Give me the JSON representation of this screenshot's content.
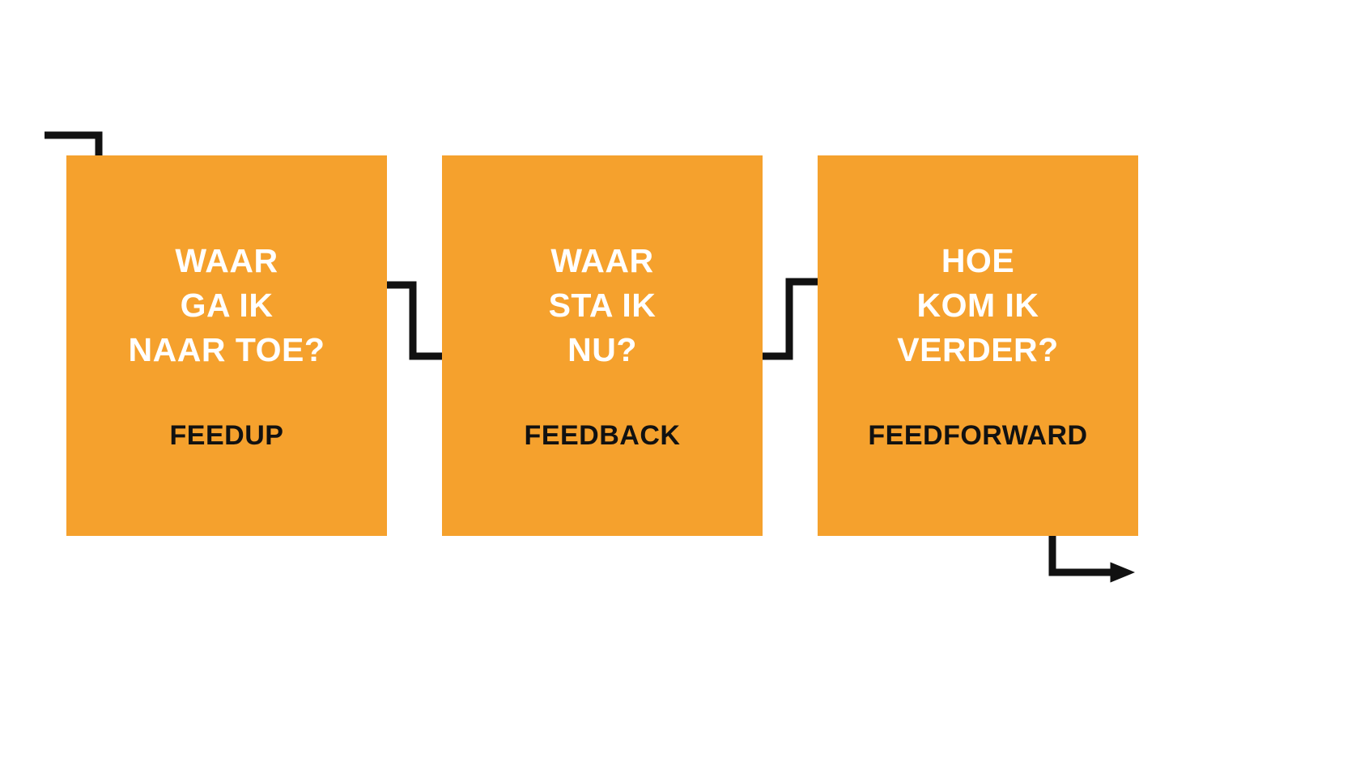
{
  "diagram": {
    "boxes": [
      {
        "question_lines": [
          "WAAR",
          "GA IK",
          "NAAR TOE?"
        ],
        "label": "FEEDUP"
      },
      {
        "question_lines": [
          "WAAR",
          "STA IK",
          "NU?"
        ],
        "label": "FEEDBACK"
      },
      {
        "question_lines": [
          "HOE",
          "KOM IK",
          "VERDER?"
        ],
        "label": "FEEDFORWARD"
      }
    ],
    "colors": {
      "box_fill": "#F5A12D",
      "arrow": "#111111",
      "question_text": "#FFFFFF",
      "label_text": "#111111",
      "background": "#FFFFFF"
    }
  }
}
